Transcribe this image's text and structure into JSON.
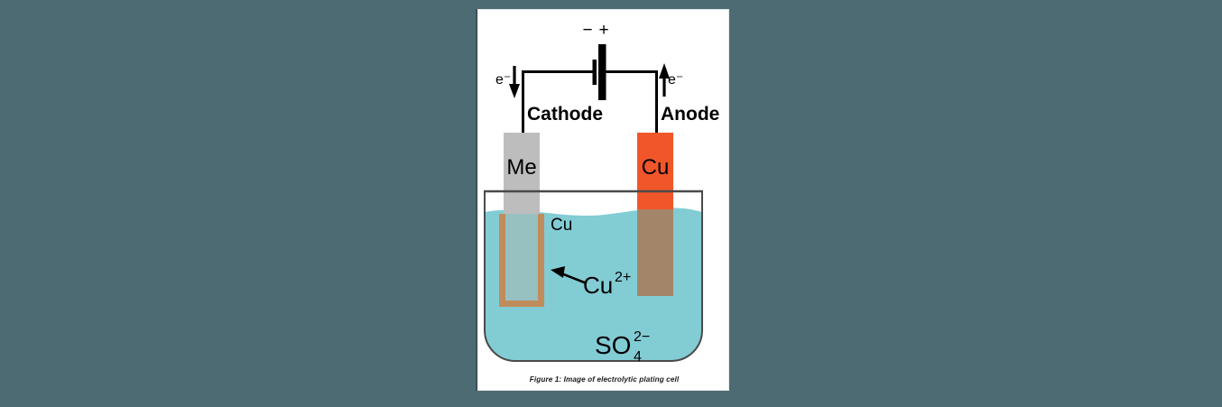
{
  "page": {
    "background_color": "#4d6b73",
    "card_color": "#ffffff"
  },
  "figure": {
    "caption": "Figure 1: Image of electrolytic plating cell",
    "title_alt": "Image of electrolytic plating cell"
  },
  "power_source": {
    "negative_sign": "−",
    "positive_sign": "+",
    "plate_color": "#000000"
  },
  "electrons": {
    "left_label": "e⁻",
    "left_direction": "down",
    "right_label": "e⁻",
    "right_direction": "up"
  },
  "electrodes": [
    {
      "role": "cathode",
      "heading": "Cathode",
      "material_label": "Me",
      "body_color": "#bdbdbd",
      "submerged_color": "#97c0c1",
      "plating_color": "#c08c5c",
      "plating_label": "Cu"
    },
    {
      "role": "anode",
      "heading": "Anode",
      "material_label": "Cu",
      "body_color": "#f1562a",
      "submerged_color": "#a3866a"
    }
  ],
  "solution": {
    "liquid_color": "#82ccd4",
    "beaker_outline_color": "#4a4a4a",
    "ions": [
      {
        "formula_base": "Cu",
        "superscript": "2+",
        "subscript": ""
      },
      {
        "formula_base": "SO",
        "superscript": "2−",
        "subscript": "4"
      }
    ],
    "cation_label": "Cu",
    "cation_charge": "2+",
    "anion_label": "SO",
    "anion_subscript": "4",
    "anion_charge": "2−"
  },
  "annotations": {
    "plating_callout": "Cu",
    "ion_arrow": "arrow pointing to cathode plating"
  }
}
